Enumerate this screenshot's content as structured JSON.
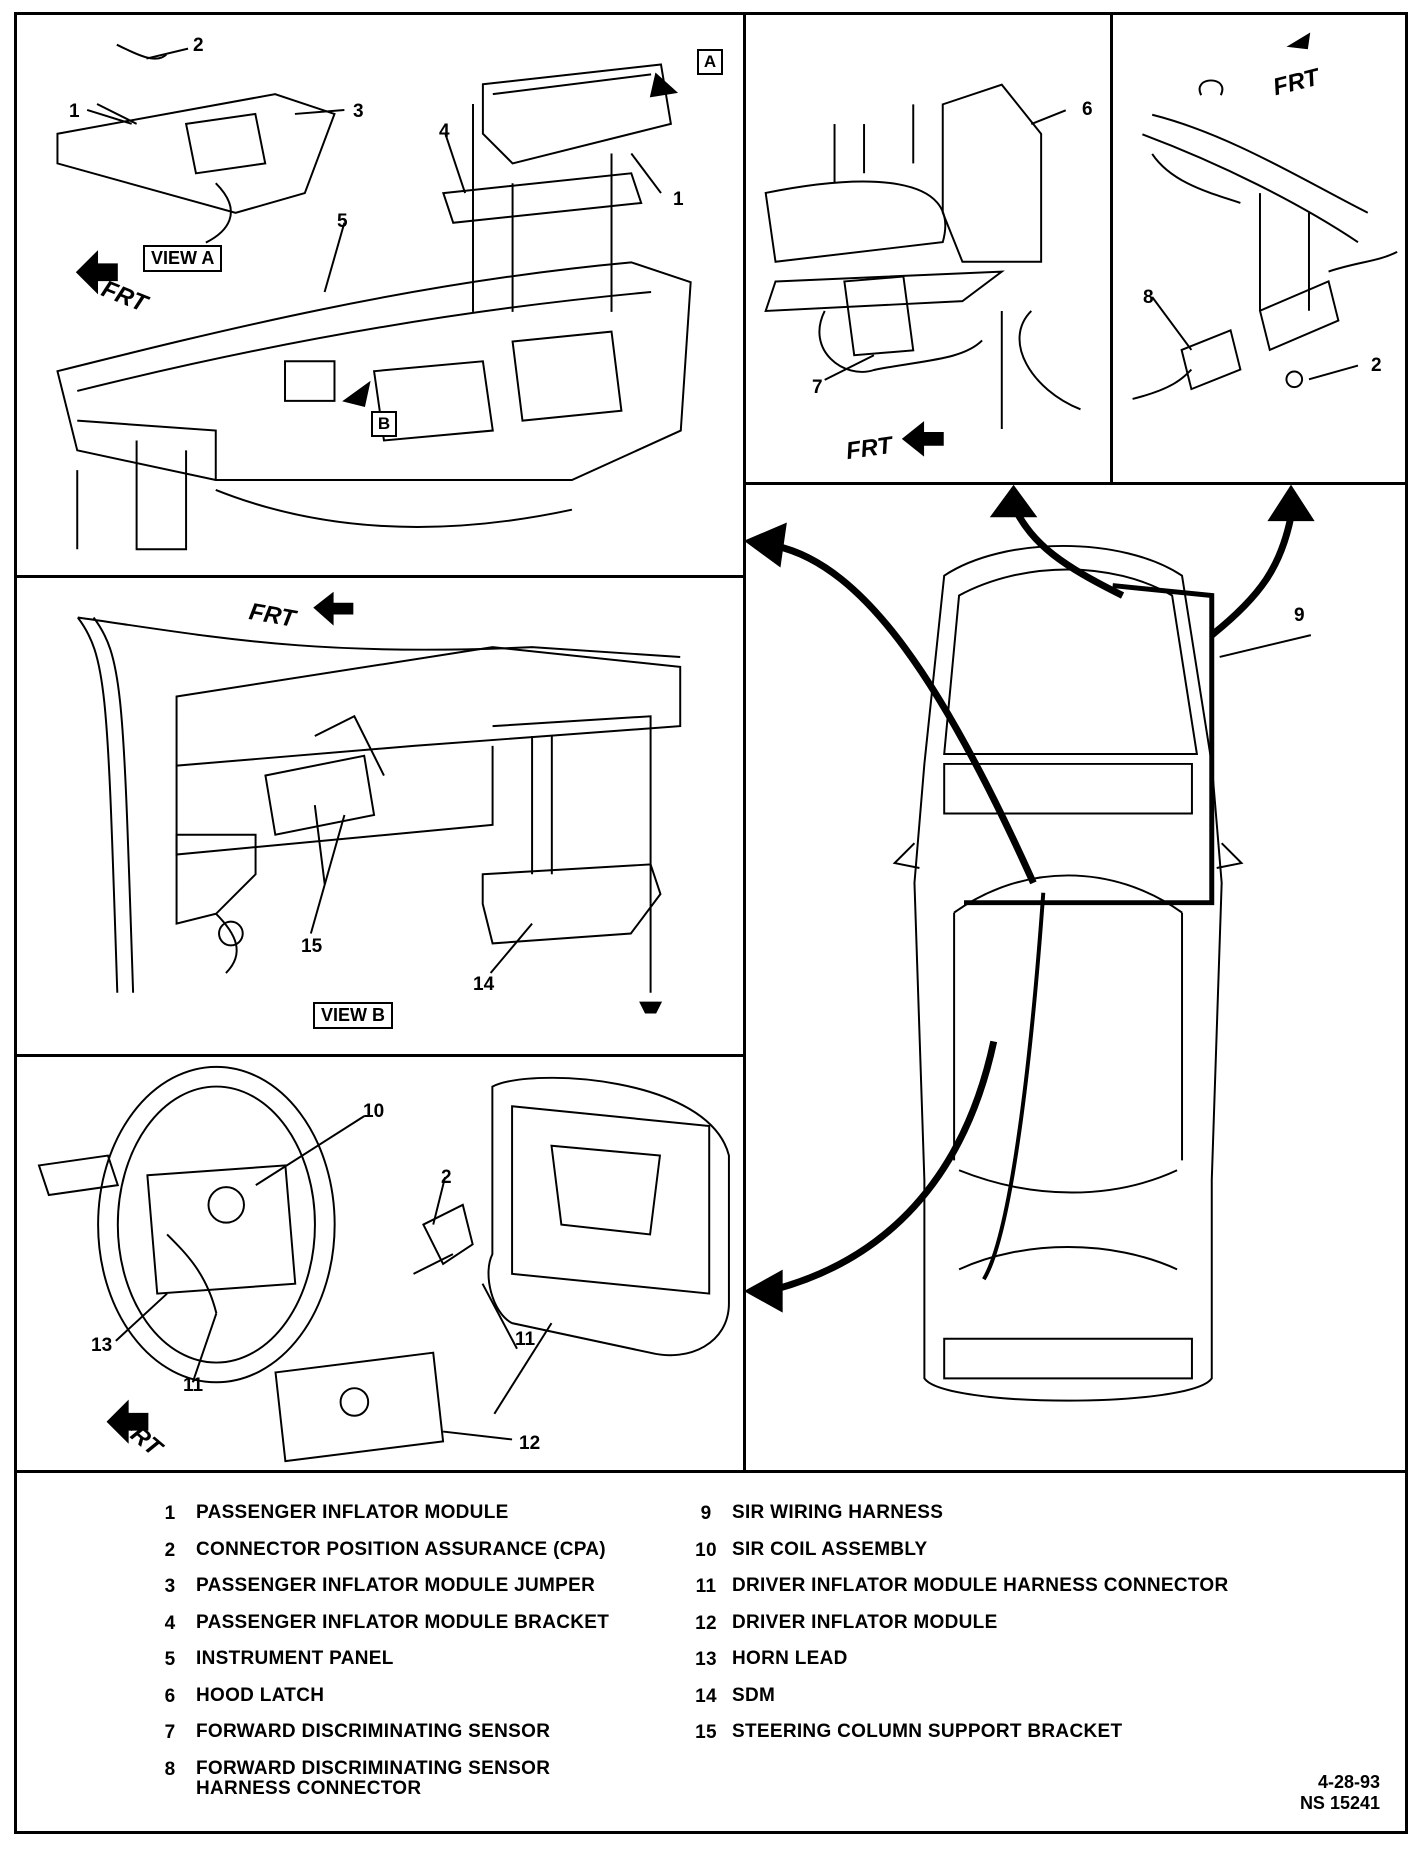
{
  "panels": {
    "top_left": {
      "callouts": [
        "2",
        "1",
        "3",
        "4",
        "1",
        "5"
      ],
      "view_tag": "VIEW A",
      "box_tags": [
        "A",
        "B"
      ],
      "frt": "FRT"
    },
    "top_mid": {
      "callouts": [
        "6",
        "7"
      ],
      "frt": "FRT"
    },
    "top_right": {
      "callouts": [
        "8",
        "2"
      ],
      "frt": "FRT"
    },
    "mid_left": {
      "callouts": [
        "15",
        "14"
      ],
      "view_tag": "VIEW B",
      "frt": "FRT"
    },
    "bottom_left": {
      "callouts": [
        "10",
        "2",
        "13",
        "11",
        "11",
        "12"
      ],
      "frt": "FRT"
    },
    "car": {
      "callouts": [
        "9"
      ]
    }
  },
  "legend": {
    "left": [
      {
        "num": "1",
        "text": "PASSENGER INFLATOR MODULE"
      },
      {
        "num": "2",
        "text": "CONNECTOR POSITION ASSURANCE (CPA)"
      },
      {
        "num": "3",
        "text": "PASSENGER INFLATOR MODULE JUMPER"
      },
      {
        "num": "4",
        "text": "PASSENGER INFLATOR MODULE BRACKET"
      },
      {
        "num": "5",
        "text": "INSTRUMENT PANEL"
      },
      {
        "num": "6",
        "text": "HOOD LATCH"
      },
      {
        "num": "7",
        "text": "FORWARD DISCRIMINATING SENSOR"
      },
      {
        "num": "8",
        "text": "FORWARD DISCRIMINATING SENSOR\nHARNESS CONNECTOR"
      }
    ],
    "right": [
      {
        "num": "9",
        "text": "SIR WIRING HARNESS"
      },
      {
        "num": "10",
        "text": "SIR COIL ASSEMBLY"
      },
      {
        "num": "11",
        "text": "DRIVER INFLATOR MODULE HARNESS CONNECTOR"
      },
      {
        "num": "12",
        "text": "DRIVER INFLATOR MODULE"
      },
      {
        "num": "13",
        "text": "HORN LEAD"
      },
      {
        "num": "14",
        "text": "SDM"
      },
      {
        "num": "15",
        "text": "STEERING COLUMN SUPPORT BRACKET"
      }
    ]
  },
  "stamp": {
    "date": "4-28-93",
    "code": "NS 15241"
  }
}
